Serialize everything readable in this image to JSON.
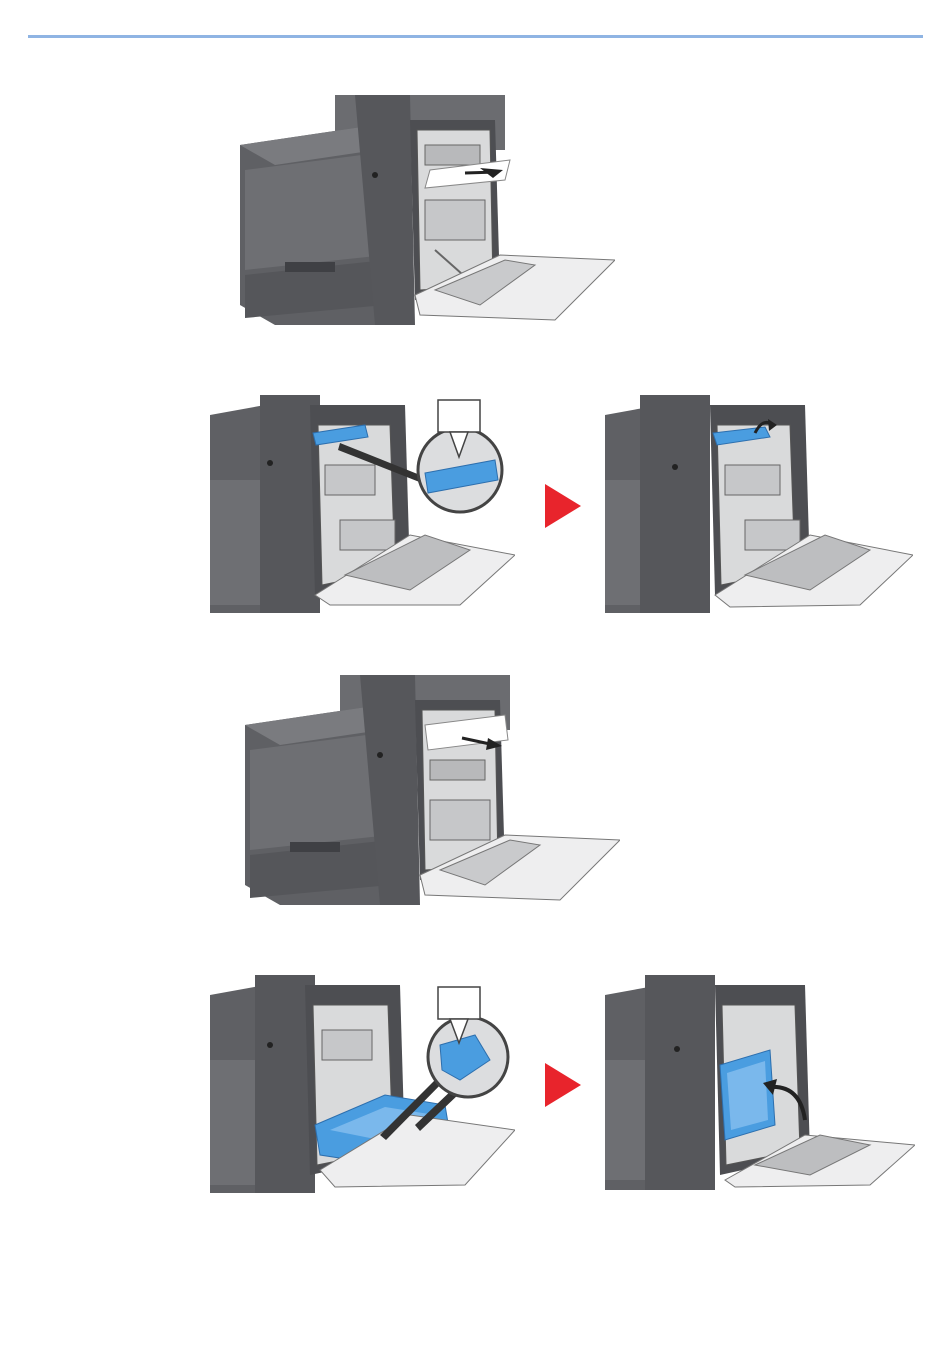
{
  "page": {
    "accent_color": "#8fb4e3",
    "step_arrow_color": "#e8242c",
    "machine_color": "#5f6064",
    "highlight_color": "#4a9de0"
  },
  "steps": [
    {
      "id": 1,
      "figures": [
        {
          "depicts": "printer-rear-cover-open-paper-pull"
        }
      ]
    },
    {
      "id": 2,
      "figures": [
        {
          "depicts": "printer-fuser-lever-zoom"
        },
        {
          "depicts": "printer-fuser-lever-lifted"
        }
      ],
      "has_arrow": true
    },
    {
      "id": 3,
      "figures": [
        {
          "depicts": "printer-rear-cover-open-paper-pull-2"
        }
      ]
    },
    {
      "id": 4,
      "figures": [
        {
          "depicts": "printer-duplex-unit-zoom"
        },
        {
          "depicts": "printer-duplex-unit-raised"
        }
      ],
      "has_arrow": true
    }
  ]
}
